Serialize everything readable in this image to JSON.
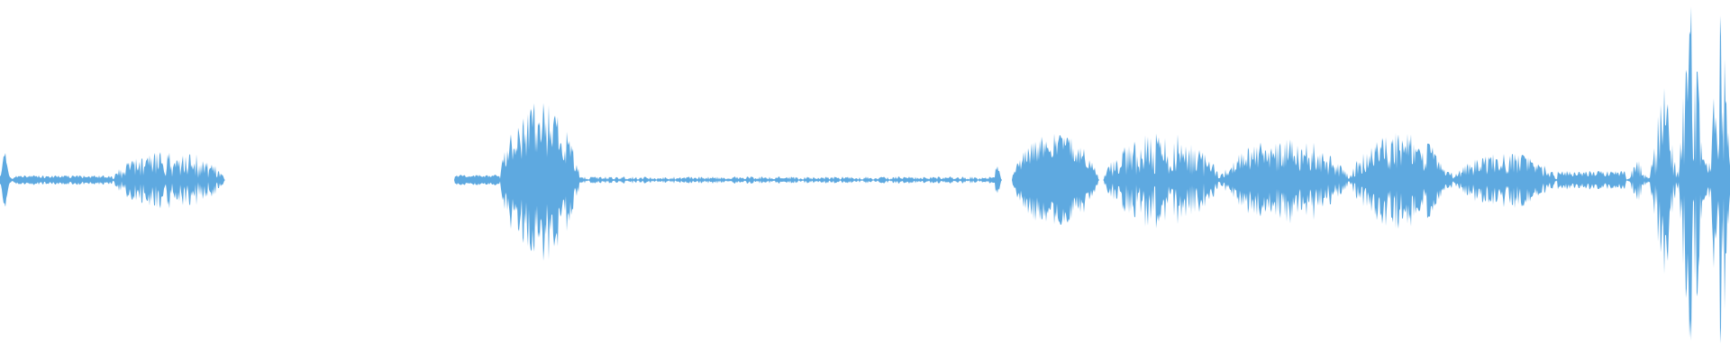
{
  "waveform": {
    "color": "#5EA9E0",
    "background": "#FFFFFF",
    "amplitude_scale": 1.0,
    "segments": [
      {
        "kind": "bump",
        "t0": 0.0,
        "t1": 0.008,
        "amp": 0.14,
        "noise": 0.3
      },
      {
        "kind": "line",
        "t0": 0.008,
        "t1": 0.065,
        "amp": 0.018,
        "noise": 0.45
      },
      {
        "kind": "burst",
        "t0": 0.065,
        "t1": 0.13,
        "amp": 0.095,
        "noise": 0.85
      },
      {
        "kind": "gap",
        "t0": 0.13,
        "t1": 0.263
      },
      {
        "kind": "line",
        "t0": 0.263,
        "t1": 0.289,
        "amp": 0.022,
        "noise": 0.35
      },
      {
        "kind": "burst",
        "t0": 0.289,
        "t1": 0.335,
        "amp": 0.28,
        "noise": 0.55
      },
      {
        "kind": "line",
        "t0": 0.335,
        "t1": 0.575,
        "amp": 0.01,
        "noise": 0.9
      },
      {
        "kind": "spike",
        "t0": 0.57,
        "t1": 0.579,
        "amp": 0.1,
        "noise": 0.35
      },
      {
        "kind": "burst",
        "t0": 0.585,
        "t1": 0.635,
        "amp": 0.19,
        "noise": 0.4
      },
      {
        "kind": "burst",
        "t0": 0.638,
        "t1": 0.705,
        "amp": 0.15,
        "noise": 0.8
      },
      {
        "kind": "burst",
        "t0": 0.705,
        "t1": 0.78,
        "amp": 0.14,
        "noise": 0.75
      },
      {
        "kind": "burst",
        "t0": 0.78,
        "t1": 0.84,
        "amp": 0.16,
        "noise": 0.65
      },
      {
        "kind": "burst",
        "t0": 0.84,
        "t1": 0.9,
        "amp": 0.09,
        "noise": 0.7
      },
      {
        "kind": "line",
        "t0": 0.9,
        "t1": 0.94,
        "amp": 0.035,
        "noise": 0.45
      },
      {
        "kind": "ramp",
        "t0": 0.94,
        "t1": 1.0,
        "amp": 0.55,
        "noise": 0.85
      }
    ]
  }
}
